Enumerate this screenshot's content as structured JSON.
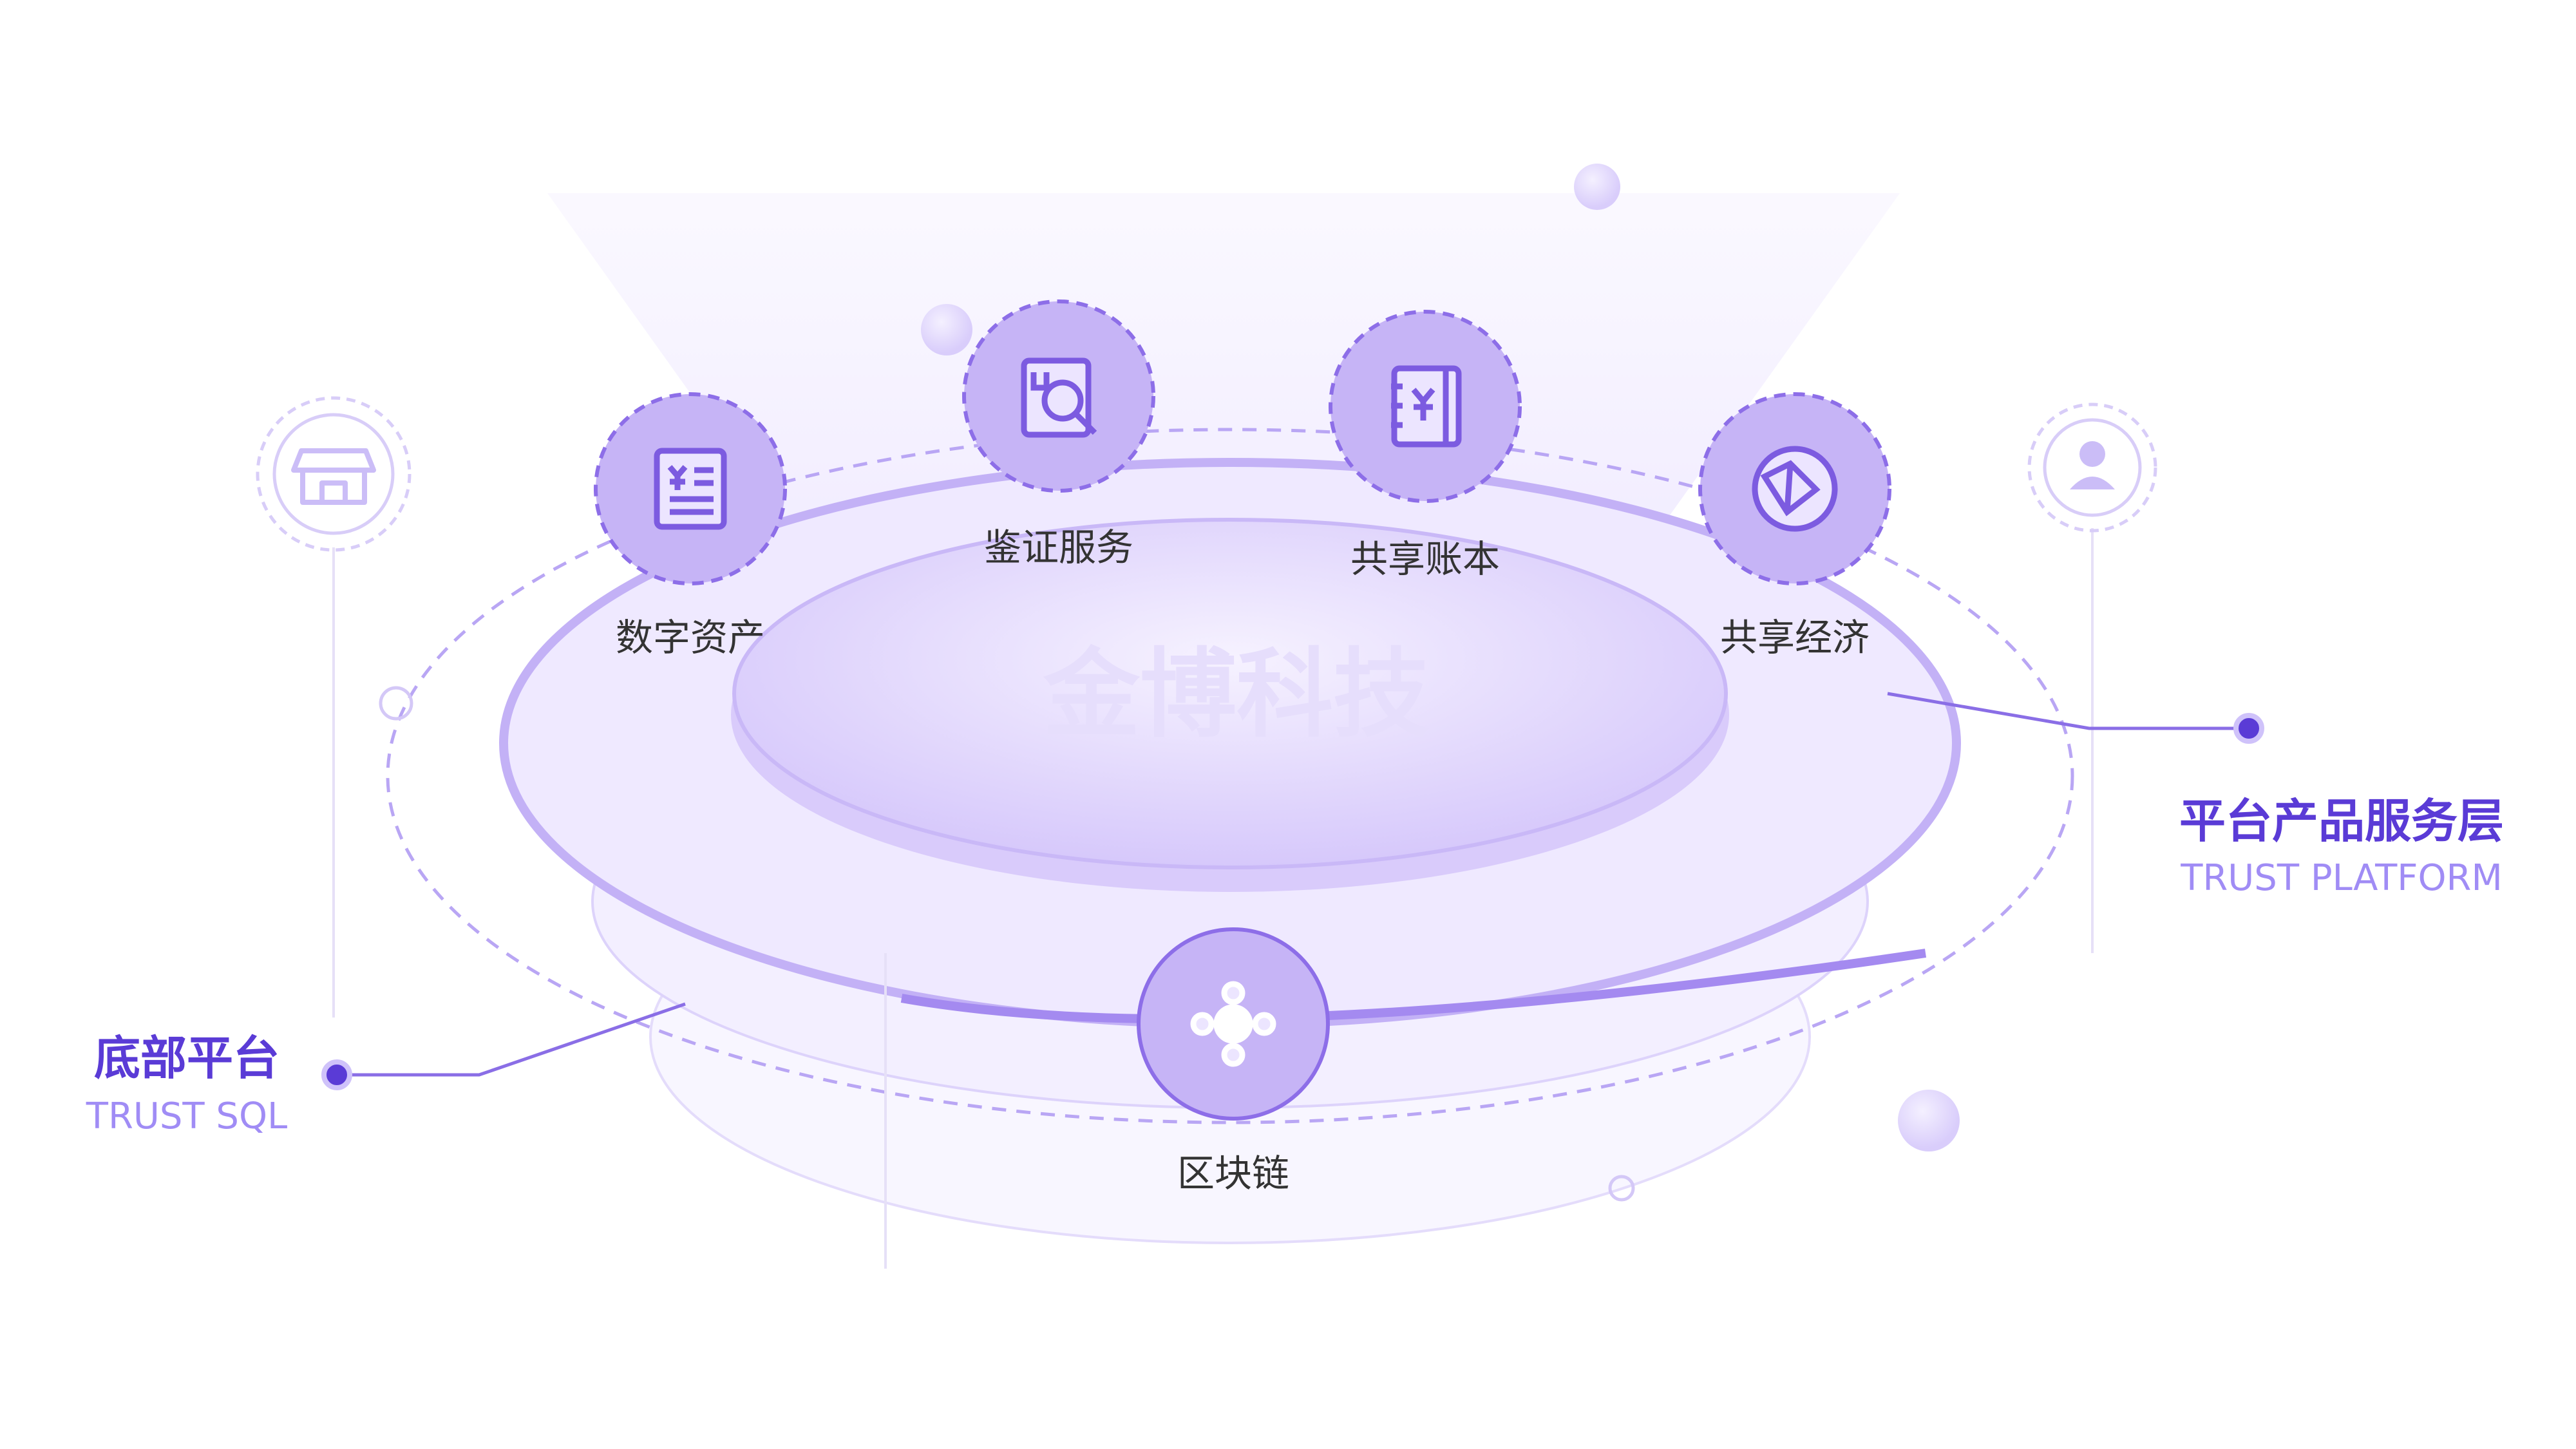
{
  "watermark": "金博科技",
  "nodes": [
    {
      "label": "数字资产",
      "icon": "document-yen-icon"
    },
    {
      "label": "鉴证服务",
      "icon": "magnifier-document-icon"
    },
    {
      "label": "共享账本",
      "icon": "ledger-yen-icon"
    },
    {
      "label": "共享经济",
      "icon": "globe-network-icon"
    },
    {
      "label": "区块链",
      "icon": "network-nodes-icon"
    }
  ],
  "layers": {
    "top": {
      "title": "平台产品服务层",
      "subtitle": "TRUST PLATFORM"
    },
    "bottom": {
      "title": "底部平台",
      "subtitle": "TRUST SQL"
    }
  },
  "side_icons": [
    "store-icon",
    "user-icon"
  ],
  "colors": {
    "accent": "#5a3bd6",
    "accent_light": "#a08cf5",
    "node_fill": "#c6b4f6",
    "node_border": "#8d6ee8"
  }
}
